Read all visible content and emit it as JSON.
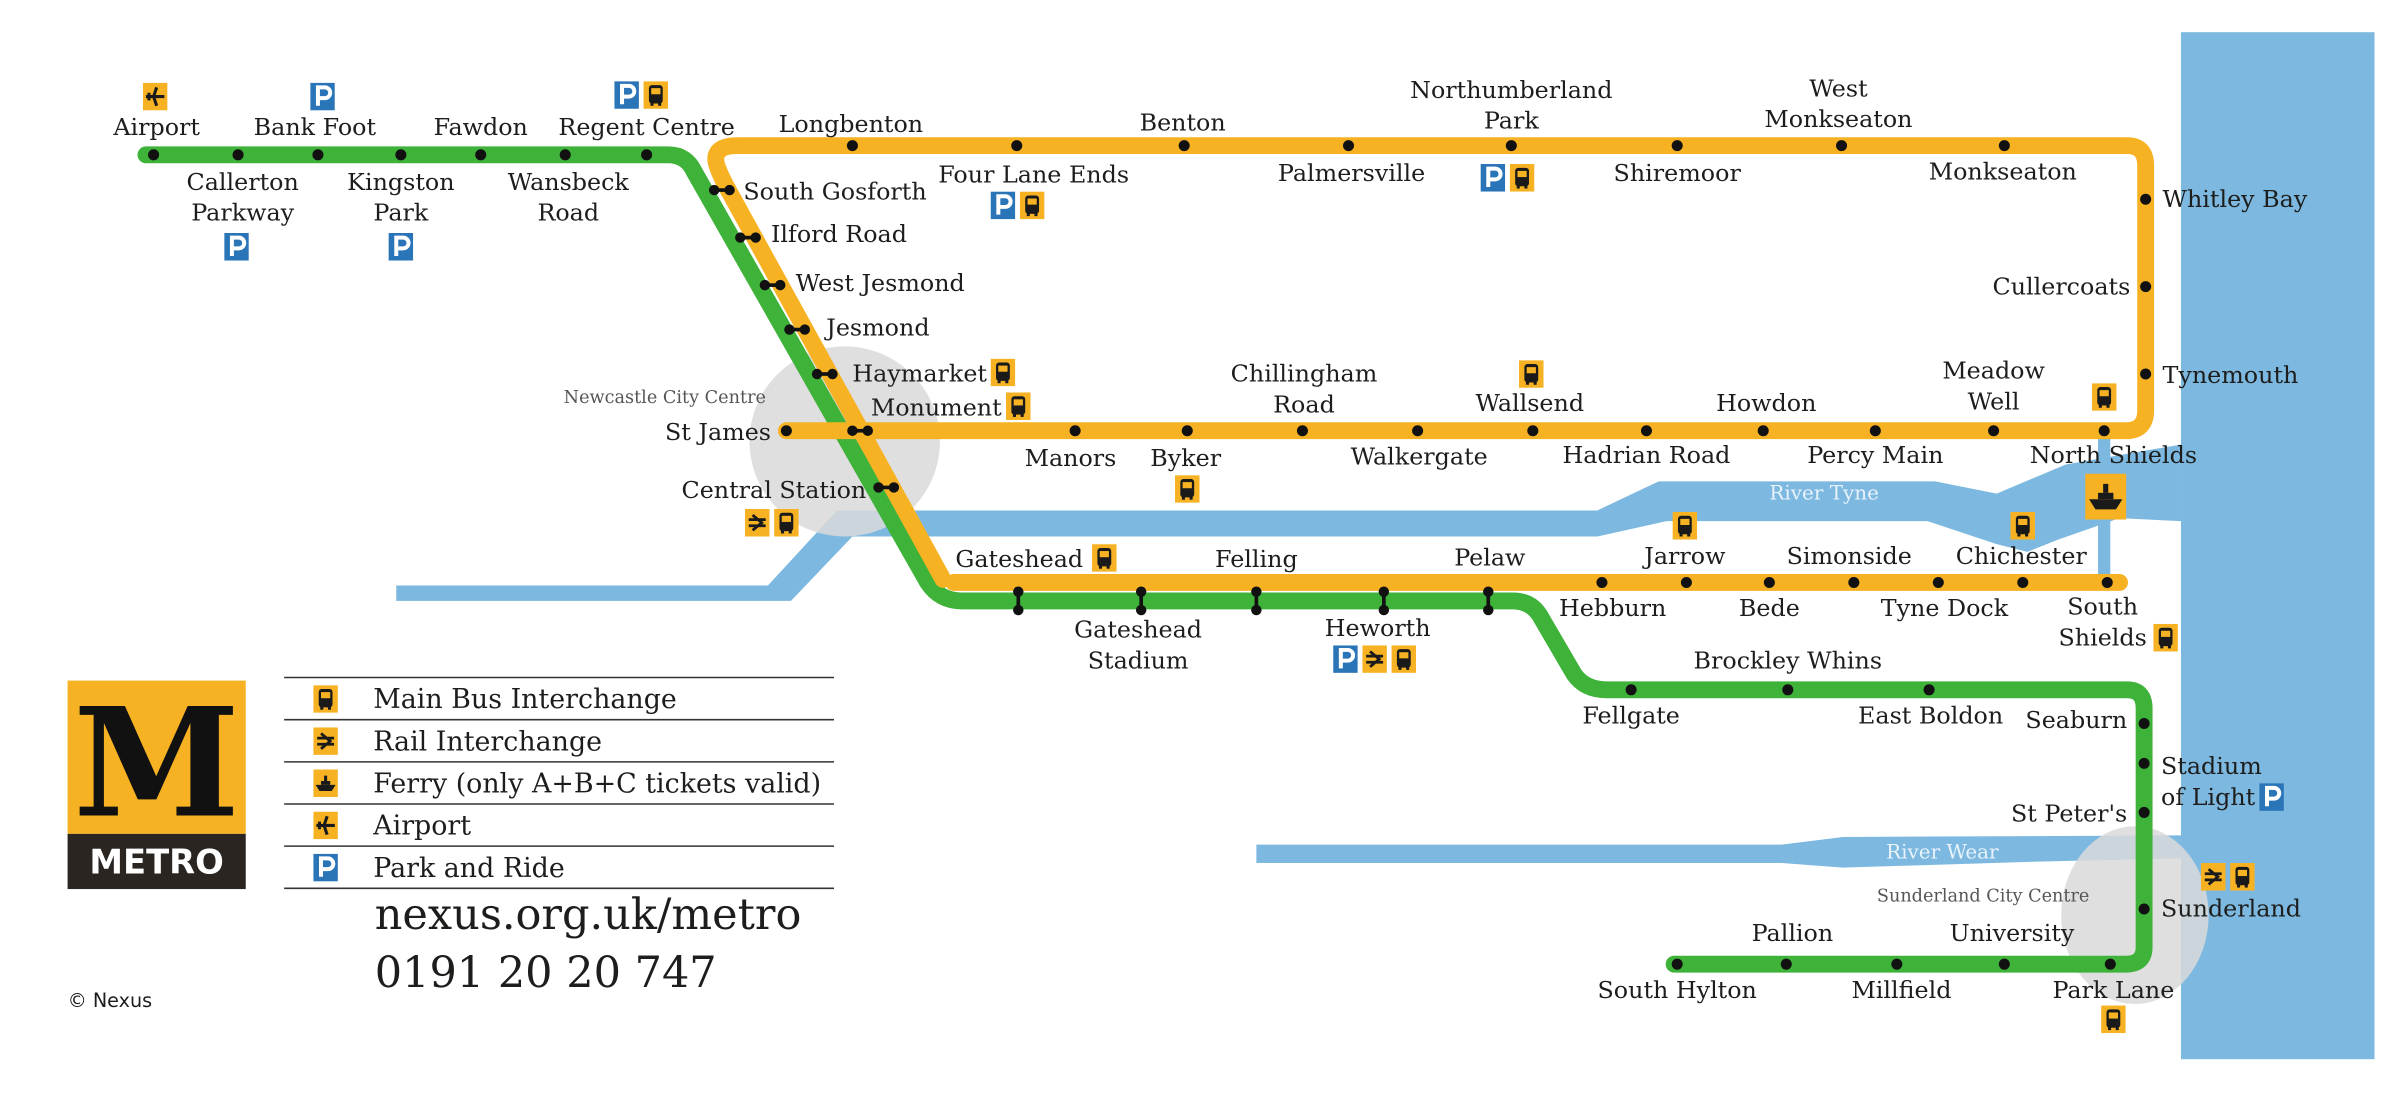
{
  "colors": {
    "green_line": "#3fb23a",
    "yellow_line": "#f6b223",
    "water": "#7cb8e0",
    "city_area": "#d9d9d9",
    "bus_icon_bg": "#f6b223",
    "park_icon_bg": "#2a74b8",
    "station_dot": "#111111",
    "logo_dark": "#2b2522"
  },
  "map": {
    "area_labels": {
      "newcastle": "Newcastle City Centre",
      "sunderland": "Sunderland City Centre"
    },
    "rivers": {
      "tyne": "River Tyne",
      "wear": "River Wear"
    },
    "green_line_stations": [
      {
        "name": "Airport",
        "facilities": [
          "airport"
        ]
      },
      {
        "name": "Callerton Parkway",
        "facilities": [
          "park"
        ]
      },
      {
        "name": "Bank Foot",
        "facilities": [
          "park"
        ]
      },
      {
        "name": "Kingston Park",
        "facilities": [
          "park"
        ]
      },
      {
        "name": "Fawdon",
        "facilities": []
      },
      {
        "name": "Wansbeck Road",
        "facilities": []
      },
      {
        "name": "Regent Centre",
        "facilities": [
          "park",
          "bus"
        ]
      },
      {
        "name": "Gateshead Stadium",
        "facilities": []
      },
      {
        "name": "Heworth",
        "facilities": [
          "park",
          "rail",
          "bus"
        ]
      },
      {
        "name": "Fellgate",
        "facilities": []
      },
      {
        "name": "Brockley Whins",
        "facilities": []
      },
      {
        "name": "East Boldon",
        "facilities": []
      },
      {
        "name": "Seaburn",
        "facilities": []
      },
      {
        "name": "Stadium of Light",
        "facilities": [
          "park"
        ]
      },
      {
        "name": "St Peter's",
        "facilities": []
      },
      {
        "name": "Sunderland",
        "facilities": [
          "rail",
          "bus"
        ]
      },
      {
        "name": "Park Lane",
        "facilities": [
          "bus"
        ]
      },
      {
        "name": "University",
        "facilities": []
      },
      {
        "name": "Millfield",
        "facilities": []
      },
      {
        "name": "Pallion",
        "facilities": []
      },
      {
        "name": "South Hylton",
        "facilities": []
      }
    ],
    "shared_stations": [
      {
        "name": "South Gosforth",
        "facilities": []
      },
      {
        "name": "Ilford Road",
        "facilities": []
      },
      {
        "name": "West Jesmond",
        "facilities": []
      },
      {
        "name": "Jesmond",
        "facilities": []
      },
      {
        "name": "Haymarket",
        "facilities": [
          "bus"
        ]
      },
      {
        "name": "Monument",
        "facilities": [
          "bus"
        ]
      },
      {
        "name": "Central Station",
        "facilities": [
          "rail",
          "bus"
        ]
      },
      {
        "name": "Gateshead",
        "facilities": [
          "bus"
        ]
      },
      {
        "name": "Felling",
        "facilities": []
      },
      {
        "name": "Pelaw",
        "facilities": []
      }
    ],
    "yellow_line_stations": [
      {
        "name": "Longbenton",
        "facilities": []
      },
      {
        "name": "Four Lane Ends",
        "facilities": [
          "park",
          "bus"
        ]
      },
      {
        "name": "Benton",
        "facilities": []
      },
      {
        "name": "Palmersville",
        "facilities": []
      },
      {
        "name": "Northumberland Park",
        "facilities": [
          "park",
          "bus"
        ]
      },
      {
        "name": "Shiremoor",
        "facilities": []
      },
      {
        "name": "West Monkseaton",
        "facilities": []
      },
      {
        "name": "Monkseaton",
        "facilities": []
      },
      {
        "name": "Whitley Bay",
        "facilities": []
      },
      {
        "name": "Cullercoats",
        "facilities": []
      },
      {
        "name": "Tynemouth",
        "facilities": []
      },
      {
        "name": "North Shields",
        "facilities": [
          "bus",
          "ferry"
        ]
      },
      {
        "name": "Meadow Well",
        "facilities": []
      },
      {
        "name": "Percy Main",
        "facilities": []
      },
      {
        "name": "Howdon",
        "facilities": []
      },
      {
        "name": "Hadrian Road",
        "facilities": []
      },
      {
        "name": "Wallsend",
        "facilities": [
          "bus"
        ]
      },
      {
        "name": "Walkergate",
        "facilities": []
      },
      {
        "name": "Chillingham Road",
        "facilities": []
      },
      {
        "name": "Byker",
        "facilities": [
          "bus"
        ]
      },
      {
        "name": "Manors",
        "facilities": []
      },
      {
        "name": "St James",
        "facilities": []
      },
      {
        "name": "Hebburn",
        "facilities": []
      },
      {
        "name": "Jarrow",
        "facilities": [
          "bus"
        ]
      },
      {
        "name": "Bede",
        "facilities": []
      },
      {
        "name": "Simonside",
        "facilities": []
      },
      {
        "name": "Tyne Dock",
        "facilities": []
      },
      {
        "name": "Chichester",
        "facilities": [
          "bus"
        ]
      },
      {
        "name": "South Shields",
        "facilities": [
          "bus"
        ]
      }
    ]
  },
  "logo": {
    "letter": "M",
    "word": "METRO"
  },
  "legend": {
    "items": [
      {
        "icon": "bus-icon",
        "label": "Main Bus Interchange"
      },
      {
        "icon": "rail-icon",
        "label": "Rail Interchange"
      },
      {
        "icon": "ferry-icon",
        "label": "Ferry (only A+B+C tickets valid)"
      },
      {
        "icon": "airport-icon",
        "label": "Airport"
      },
      {
        "icon": "park-icon",
        "label": "Park and Ride"
      }
    ]
  },
  "contact": {
    "website": "nexus.org.uk/metro",
    "phone": "0191 20 20 747"
  },
  "copyright": "© Nexus"
}
